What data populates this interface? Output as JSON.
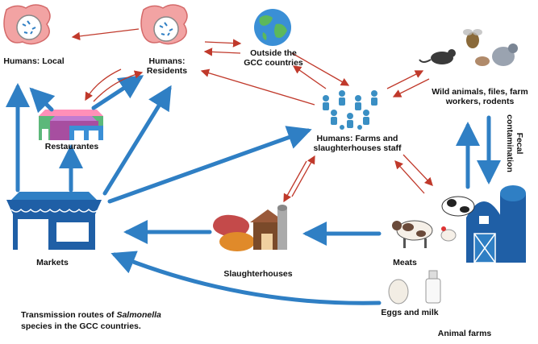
{
  "nodes": {
    "humans_local": "Humans: Local",
    "humans_residents_line1": "Humans:",
    "humans_residents_line2": "Residents",
    "outside_line1": "Outside the",
    "outside_line2": "GCC countries",
    "wild_line1": "Wild animals, files, farm",
    "wild_line2": "workers, rodents",
    "restaurants": "Restaurantes",
    "staff_line1": "Humans: Farms and",
    "staff_line2": "slaughterhouses staff",
    "fecal_line1": "Fecal",
    "fecal_line2": "contamination",
    "markets": "Markets",
    "slaughterhouses": "Slaughterhouses",
    "meats": "Meats",
    "eggs_milk": "Eggs and milk",
    "animal_farms": "Animal farms"
  },
  "caption": {
    "prefix": "Transmission routes of ",
    "italic": "Salmonella",
    "line2": "species in the GCC countries."
  },
  "colors": {
    "blue_arrow": "#2f7fc4",
    "red_arrow": "#c0392b",
    "market_blue": "#1f5fa6",
    "farm_blue": "#1f5fa6",
    "globe_water": "#3a8fd6",
    "globe_land": "#5cb85c",
    "gut_pink": "#f2a3a3",
    "staff_blue": "#3a8fc4"
  }
}
